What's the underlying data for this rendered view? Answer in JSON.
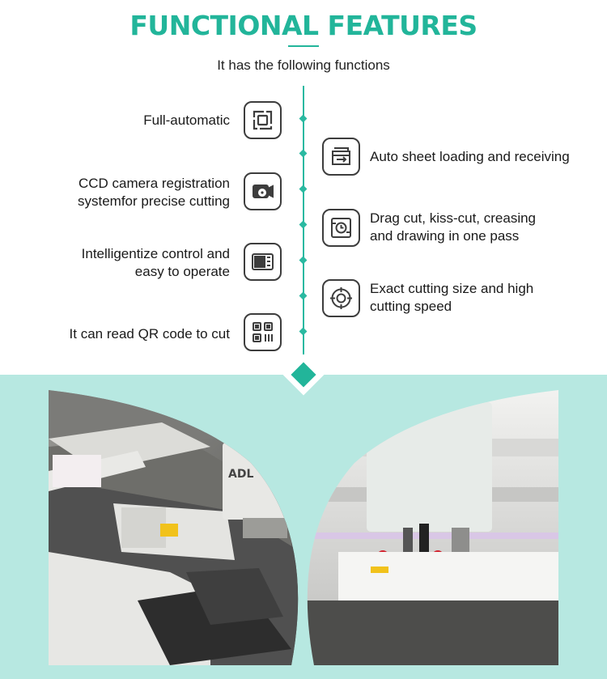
{
  "header": {
    "title": "FUNCTIONAL FEATURES",
    "subtitle": "It has the following functions"
  },
  "colors": {
    "accent": "#22b59a",
    "bottom_background": "#b7e8e1",
    "icon_border": "#3d3d3d"
  },
  "features_left": [
    {
      "label": "Full-automatic",
      "icon": "automation-icon"
    },
    {
      "label_lines": [
        "CCD camera registration",
        "systemfor precise cutting"
      ],
      "icon": "camera-gear-icon"
    },
    {
      "label_lines": [
        "Intelligentize control and",
        "easy to operate"
      ],
      "icon": "control-panel-icon"
    },
    {
      "label": "It can read QR code to cut",
      "icon": "qr-code-icon"
    }
  ],
  "features_right": [
    {
      "label": "Auto sheet loading and receiving",
      "icon": "sheet-tray-icon"
    },
    {
      "label_lines": [
        "Drag cut, kiss-cut, creasing",
        "and drawing in one pass"
      ],
      "icon": "cutting-tools-icon"
    },
    {
      "label_lines": [
        "Exact cutting size and high",
        "cutting speed"
      ],
      "icon": "target-precision-icon"
    }
  ],
  "photos": {
    "left_brand": "ADL"
  }
}
